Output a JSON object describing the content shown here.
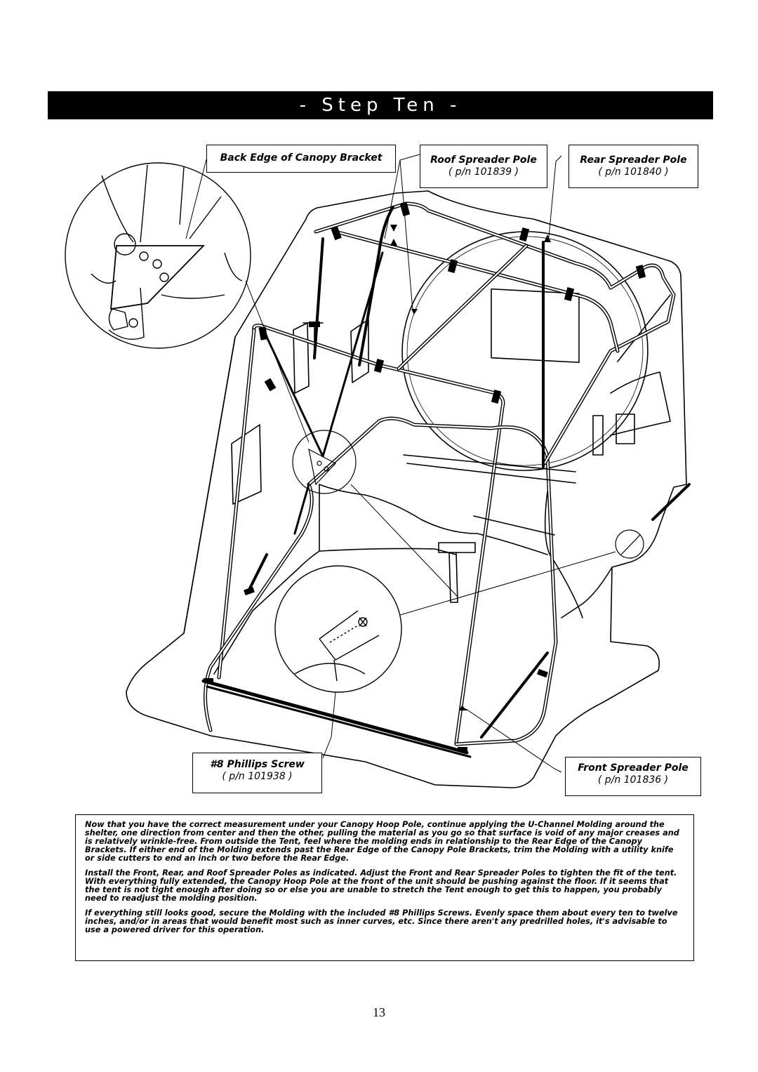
{
  "header": {
    "step_title": "- Step Ten -"
  },
  "callouts": {
    "canopy_bracket": {
      "title": "Back Edge of Canopy Bracket"
    },
    "roof_spreader": {
      "title": "Roof Spreader Pole",
      "part_number": "( p/n 101839 )"
    },
    "rear_spreader": {
      "title": "Rear Spreader Pole",
      "part_number": "( p/n 101840 )"
    },
    "phillips_screw": {
      "title": "#8 Phillips Screw",
      "part_number": "( p/n 101938 )"
    },
    "front_spreader": {
      "title": "Front Spreader Pole",
      "part_number": "( p/n 101836 )"
    }
  },
  "instructions": {
    "paragraphs": [
      "Now that you have the correct measurement under your Canopy Hoop Pole, continue applying the U-Channel Molding around the shelter, one direction from center and then the other, pulling the material as you go so that surface is void of any major creases and is relatively wrinkle-free. From outside the Tent, feel where the molding ends in relationship to the Rear Edge of the Canopy Brackets. If either end of the Molding extends past the Rear Edge of the Canopy Pole Brackets, trim the Molding with a utility knife or side cutters to end an inch or two before the Rear Edge.",
      "Install the Front, Rear, and Roof Spreader Poles as indicated. Adjust the Front and Rear Spreader Poles to tighten the fit of the tent. With everything fully extended, the Canopy Hoop Pole at the front of the unit should be pushing against the floor. If it seems that the tent is not tight enough after doing so or else you are unable to stretch the Tent enough to get this to happen, you probably need to readjust the molding position.",
      "If everything still looks good, secure the Molding with the included #8 Phillips Screws. Evenly space them about every ten to twelve inches, and/or in areas that would benefit most such as inner curves, etc. Since there aren't any predrilled holes, it's advisable to use a powered driver for this operation."
    ]
  },
  "footer": {
    "page_number": "13"
  }
}
